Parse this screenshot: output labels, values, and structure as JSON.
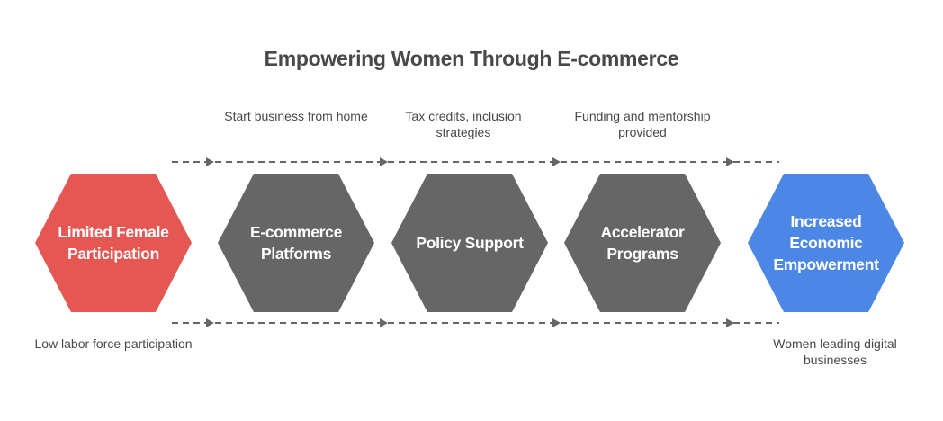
{
  "title": "Empowering Women Through E-commerce",
  "colors": {
    "start": "#E55753",
    "step": "#666666",
    "end": "#4D87E5",
    "connector": "#666666",
    "text": "#484848"
  },
  "stages": [
    {
      "label": "Limited Female Participation",
      "caption": "Low labor force participation",
      "caption_position": "below",
      "type": "start"
    },
    {
      "label": "E-commerce Platforms",
      "caption": "Start business from home",
      "caption_position": "above",
      "type": "step"
    },
    {
      "label": "Policy Support",
      "caption": "Tax credits, inclusion strategies",
      "caption_position": "above",
      "type": "step"
    },
    {
      "label": "Accelerator Programs",
      "caption": "Funding and mentorship provided",
      "caption_position": "above",
      "type": "step"
    },
    {
      "label": "Increased Economic Empowerment",
      "caption": "Women leading digital businesses",
      "caption_position": "below",
      "type": "end"
    }
  ]
}
